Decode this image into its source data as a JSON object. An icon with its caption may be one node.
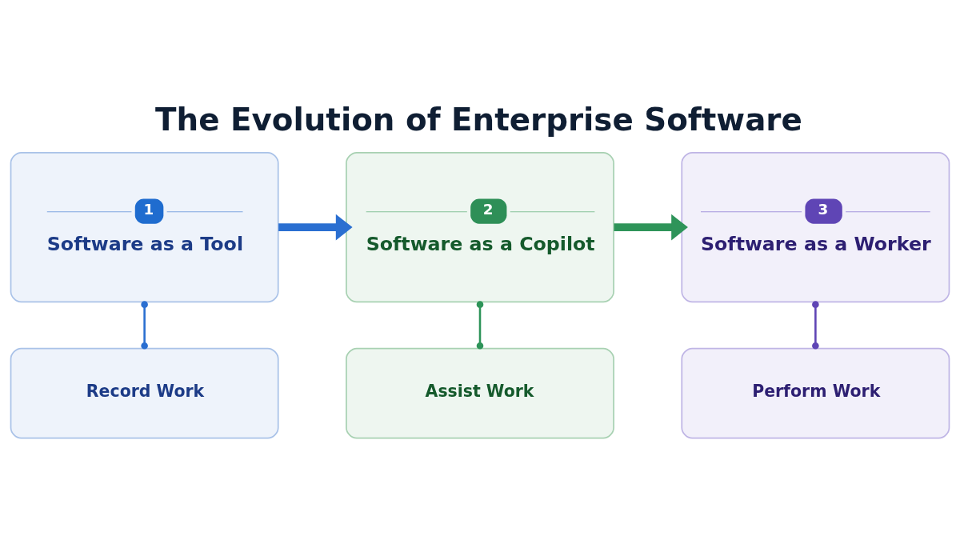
{
  "diagram": {
    "title": "The Evolution of Enterprise Software",
    "nodes": [
      {
        "text": [
          "1",
          "Software as a Tool"
        ]
      },
      {
        "text": [
          "Record Work"
        ]
      },
      {
        "text": [
          "2",
          "Software as a Copilot"
        ]
      },
      {
        "text": [
          "Assist Work"
        ]
      },
      {
        "text": [
          "3",
          "Software as a Worker"
        ]
      },
      {
        "text": [
          "Perform Work"
        ]
      }
    ],
    "edges": [
      {
        "from": 0,
        "to": 2,
        "arrow": "to",
        "style": "thick",
        "color": "#2a6fd1"
      },
      {
        "from": 2,
        "to": 4,
        "arrow": "to",
        "style": "thick",
        "color": "#2e9459"
      },
      {
        "from": 0,
        "to": 1,
        "arrow": "other",
        "color": "#2a6fd1"
      },
      {
        "from": 2,
        "to": 3,
        "arrow": "other",
        "color": "#2e9459"
      },
      {
        "from": 4,
        "to": 5,
        "arrow": "other",
        "color": "#5f45b5"
      }
    ]
  }
}
